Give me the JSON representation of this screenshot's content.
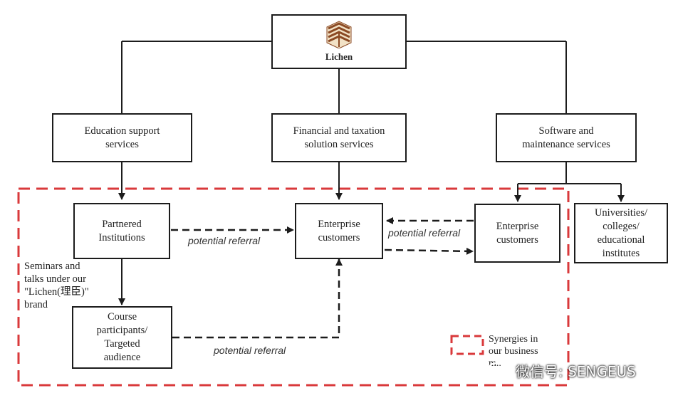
{
  "logo": {
    "name": "Lichen"
  },
  "nodes": {
    "education": "Education support\nservices",
    "financial": "Financial and taxation\nsolution services",
    "software": "Software and\nmaintenance services",
    "partnered": "Partnered\nInstitutions",
    "enterprise_center": "Enterprise\ncustomers",
    "enterprise_right": "Enterprise\ncustomers",
    "universities": "Universities/\ncolleges/\neducational\ninstitutes",
    "course": "Course\nparticipants/\nTargeted\naudience"
  },
  "labels": {
    "seminars": "Seminars and\n talks under our\n\"Lichen(理臣)\"\nbrand",
    "referral_1": "potential referral",
    "referral_2": "potential referral",
    "referral_3": "potential referral"
  },
  "legend": {
    "text": "Synergies in\nour business\nm..."
  },
  "watermark": {
    "text": "微信号: SENGEUS"
  },
  "colors": {
    "synergy_dash": "#d9393b",
    "box_border": "#1c1c1c",
    "logo_brown": "#8b4a24"
  }
}
